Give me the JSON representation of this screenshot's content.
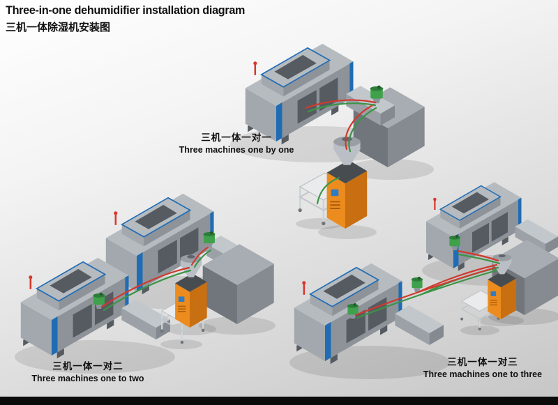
{
  "title": {
    "en": "Three-in-one dehumidifier installation diagram",
    "zh": "三机一体除湿机安装图"
  },
  "scenes": [
    {
      "id": "one-by-one",
      "label_zh": "三机一体一对一",
      "label_en": "Three machines one by one"
    },
    {
      "id": "one-to-two",
      "label_zh": "三机一体一对二",
      "label_en": "Three machines one to two"
    },
    {
      "id": "one-to-three",
      "label_zh": "三机一体一对三",
      "label_en": "Three machines one to three"
    }
  ],
  "colors": {
    "machine_top": "#b6bbc0",
    "machine_front": "#8d9399",
    "machine_side": "#a2a8ad",
    "machine_dark": "#555b61",
    "accent_blue": "#1f6cb4",
    "box_top": "#a7adb2",
    "box_front": "#858b91",
    "box_side": "#70767c",
    "orange_front": "#ec8c1e",
    "orange_side": "#c86f12",
    "screen_blue": "#2f7cc3",
    "hopper_silver": "#b9bfc5",
    "hopper_silver_dark": "#989ea4",
    "cart_light": "#e9ebed",
    "green_hopper": "#3fa14c",
    "green_hopper_dark": "#2c7d38",
    "tube_red": "#cf3a2e",
    "tube_green": "#3c9447",
    "antenna_red": "#d7372b",
    "footer_black": "#0b0b0b",
    "title_color": "#101010"
  }
}
